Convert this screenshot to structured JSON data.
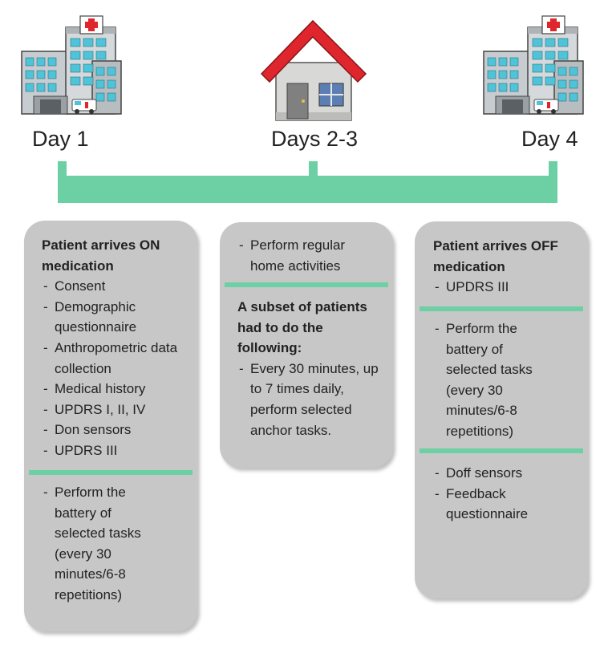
{
  "timeline": {
    "days": [
      {
        "label": "Day 1",
        "icon": "hospital-icon"
      },
      {
        "label": "Days 2-3",
        "icon": "house-icon"
      },
      {
        "label": "Day 4",
        "icon": "hospital-icon"
      }
    ],
    "color": "#6dcfa4"
  },
  "panels": {
    "day1": {
      "heading": "Patient arrives ON medication",
      "items": [
        "Consent",
        "Demographic questionnaire",
        "Anthropometric data collection",
        "Medical history",
        "UPDRS I, II, IV",
        "Don sensors",
        "UPDRS III"
      ],
      "items2": [
        "Perform the battery of selected tasks (every 30 minutes/6-8 repetitions)"
      ]
    },
    "days23": {
      "items": [
        "Perform regular home activities"
      ],
      "subheading": "A subset of patients had to do the following:",
      "items2": [
        "Every 30 minutes, up to 7 times daily, perform selected anchor tasks."
      ]
    },
    "day4": {
      "heading": "Patient arrives OFF medication",
      "items": [
        "UPDRS III"
      ],
      "items2": [
        "Perform the battery of selected tasks (every 30 minutes/6-8 repetitions)"
      ],
      "items3": [
        "Doff sensors",
        "Feedback questionnaire"
      ]
    }
  },
  "colors": {
    "panel": "#c7c7c7",
    "accent": "#6dcfa4",
    "roof": "#e0262d",
    "building": "#c5c9cc"
  }
}
